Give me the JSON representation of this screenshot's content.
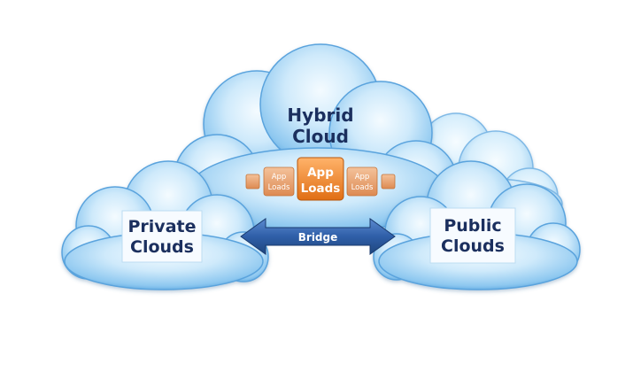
{
  "hybrid": {
    "line1": "Hybrid",
    "line2": "Cloud"
  },
  "app_loads": {
    "center": {
      "line1": "App",
      "line2": "Loads"
    },
    "left": {
      "line1": "App",
      "line2": "Loads"
    },
    "right": {
      "line1": "App",
      "line2": "Loads"
    }
  },
  "private": {
    "line1": "Private",
    "line2": "Clouds"
  },
  "public": {
    "line1": "Public",
    "line2": "Clouds"
  },
  "bridge": {
    "label": "Bridge"
  },
  "colors": {
    "cloud_light": "#eef8ff",
    "cloud_mid": "#a9d8f7",
    "cloud_dark": "#4c9ad8",
    "text_navy": "#1b2f5e",
    "orange": "#f08a2c",
    "orange_light": "#e9a878",
    "bridge_blue": "#2f5fa8"
  },
  "icons": [
    "cloud-shape",
    "double-arrow-icon",
    "app-load-block"
  ]
}
